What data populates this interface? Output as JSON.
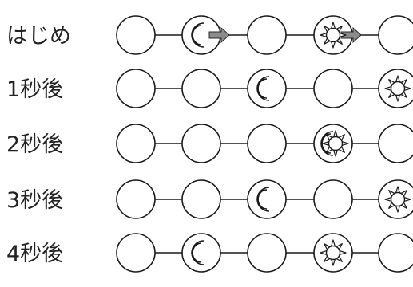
{
  "rows": [
    {
      "label": "はじめ",
      "moon": [
        2
      ],
      "sun": [
        4
      ],
      "arrows_after": [
        2,
        4
      ]
    },
    {
      "label": "1秒後",
      "moon": [
        3
      ],
      "sun": [
        5
      ],
      "arrows_after": []
    },
    {
      "label": "2秒後",
      "moon": [
        4
      ],
      "sun": [
        4
      ],
      "arrows_after": []
    },
    {
      "label": "3秒後",
      "moon": [
        3
      ],
      "sun": [
        5
      ],
      "arrows_after": []
    },
    {
      "label": "4秒後",
      "moon": [
        2
      ],
      "sun": [
        4
      ],
      "arrows_after": []
    }
  ],
  "circles_per_row": 5,
  "icons": {
    "moon": "crescent-moon-icon",
    "sun": "sun-icon",
    "arrow": "right-arrow-icon"
  },
  "colors": {
    "arrow_fill": "#8c8c8c",
    "line": "#1a1a1a"
  }
}
